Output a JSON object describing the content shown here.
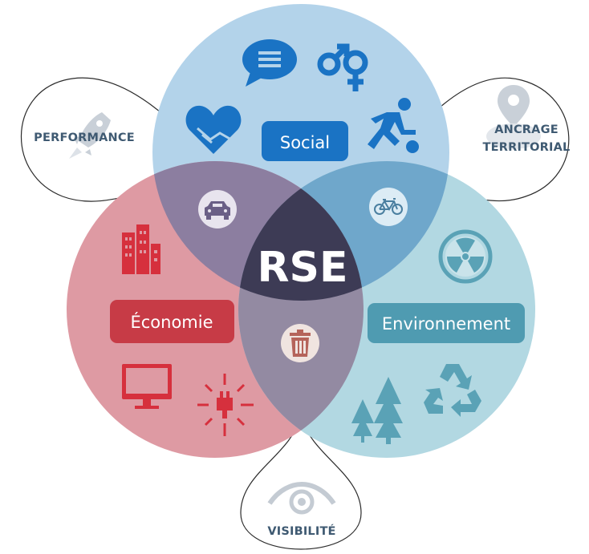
{
  "center": {
    "label": "RSE"
  },
  "circles": {
    "social": {
      "label": "Social",
      "fill": "#b3d3ea",
      "pill": "#1a73c4",
      "icon_color": "#1a73c4",
      "icons": [
        "speech-bubble-icon",
        "gender-symbols-icon",
        "heart-handshake-icon",
        "runner-ball-icon"
      ]
    },
    "economie": {
      "label": "Économie",
      "fill": "#de9aa3",
      "pill": "#c73b46",
      "icon_color": "#d6303d",
      "icons": [
        "buildings-icon",
        "monitor-icon",
        "plug-icon"
      ]
    },
    "environnement": {
      "label": "Environnement",
      "fill": "#b2d8e2",
      "pill": "#4f9bb1",
      "icon_color": "#5aa2b6",
      "icons": [
        "radiation-icon",
        "trees-icon",
        "recycle-icon"
      ]
    }
  },
  "intersections": {
    "social_economie": "car-icon",
    "social_environnement": "bicycle-icon",
    "economie_environnement": "trash-icon"
  },
  "petals": {
    "performance": {
      "label": "PERFORMANCE",
      "icon": "rocket-icon"
    },
    "ancrage": {
      "line1": "ANCRAGE",
      "line2": "TERRITORIAL",
      "icon": "map-pin-icon"
    },
    "visibilite": {
      "label": "VISIBILITÉ",
      "icon": "eye-icon"
    }
  },
  "colors": {
    "center_fill": "#3d3b55",
    "petal_stroke": "#2b2b2b",
    "petal_icon": "#c4cbd3",
    "inter_social_eco": "#8c7ea0",
    "inter_social_env": "#6fa7cb",
    "inter_eco_env": "#938aa2"
  }
}
